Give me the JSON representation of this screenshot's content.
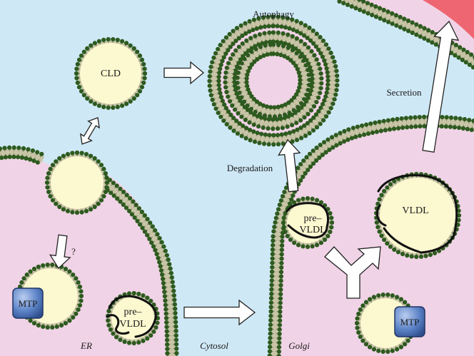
{
  "labels": {
    "autophagy": "Autophagy",
    "cld": "CLD",
    "question": "?",
    "mtp_left": "MTP",
    "mtp_right": "MTP",
    "pre_vldl_er_line1": "pre–",
    "pre_vldl_er_line2": "VLDL",
    "pre_vldl_golgi_line1": "pre–",
    "pre_vldl_golgi_line2": "VLDL",
    "degradation": "Degradation",
    "secretion": "Secretion",
    "vldl": "VLDL",
    "er": "ER",
    "cytosol": "Cytosol",
    "golgi": "Golgi"
  },
  "colors": {
    "cytosol": "#cfe8f6",
    "lumen": "#f0d3e6",
    "extracellular": "#ee6672",
    "lipid": "#fcf8d0",
    "membrane_head": "#2d5a1e",
    "membrane_tail": "#c8c4a6",
    "mtp_fill": "#4a72b8",
    "arrow_fill": "#ffffff"
  }
}
